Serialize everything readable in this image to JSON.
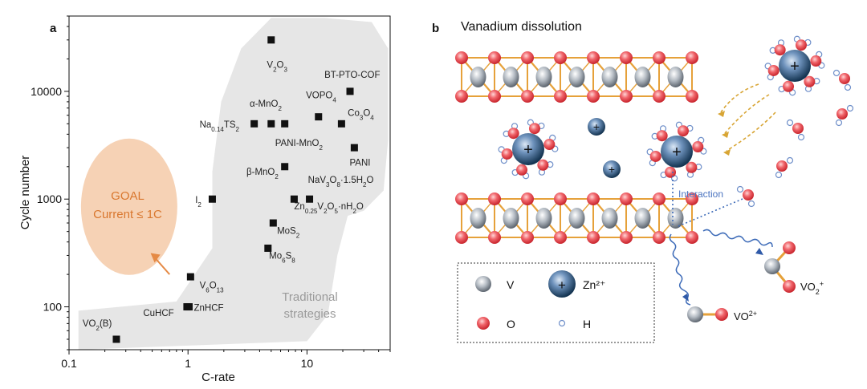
{
  "figure": {
    "panel_a_label": "a",
    "panel_b_label": "b"
  },
  "chart_data": {
    "type": "scatter",
    "xlabel": "C-rate",
    "ylabel": "Cycle number",
    "xscale": "log",
    "yscale": "log",
    "xlim": [
      0.1,
      50
    ],
    "ylim": [
      40,
      50000
    ],
    "x_ticks": [
      0.1,
      1,
      10
    ],
    "x_tick_labels": [
      "0.1",
      "1",
      "10"
    ],
    "y_ticks": [
      100,
      1000,
      10000
    ],
    "y_tick_labels": [
      "100",
      "1000",
      "10000"
    ],
    "grid": false,
    "points": [
      {
        "label": "V2O3",
        "x": 5.0,
        "y": 30000,
        "lx": 4.6,
        "ly": 16500,
        "anchor": "start",
        "html": "V<tspan baseline-shift=\"sub\" font-size=\"8\">2</tspan>O<tspan baseline-shift=\"sub\" font-size=\"8\">3</tspan>"
      },
      {
        "label": "BT-PTO-COF",
        "x": 23,
        "y": 10000,
        "lx": 14,
        "ly": 13400,
        "anchor": "start",
        "html": "BT-PTO-COF"
      },
      {
        "label": "VOPO4",
        "x": 12.5,
        "y": 5800,
        "lx": 9.8,
        "ly": 8600,
        "anchor": "start",
        "html": "VOPO<tspan baseline-shift=\"sub\" font-size=\"8\">4</tspan>"
      },
      {
        "label": "Co3O4",
        "x": 19.5,
        "y": 5000,
        "lx": 22,
        "ly": 5900,
        "anchor": "start",
        "html": "Co<tspan baseline-shift=\"sub\" font-size=\"8\">3</tspan>O<tspan baseline-shift=\"sub\" font-size=\"8\">4</tspan>"
      },
      {
        "label": "α-MnO2",
        "x": 5.0,
        "y": 5000,
        "lx": 3.3,
        "ly": 7200,
        "anchor": "start",
        "html": "α-MnO<tspan baseline-shift=\"sub\" font-size=\"8\">2</tspan>"
      },
      {
        "label": "Na0.14TS2",
        "x": 3.6,
        "y": 5000,
        "lx": 1.25,
        "ly": 4600,
        "anchor": "start",
        "html": "Na<tspan baseline-shift=\"sub\" font-size=\"8\">0.14</tspan>TS<tspan baseline-shift=\"sub\" font-size=\"8\">2</tspan>"
      },
      {
        "label": "PANI-MnO2",
        "x": 6.5,
        "y": 5000,
        "lx": 5.4,
        "ly": 3100,
        "anchor": "start",
        "html": "PANI-MnO<tspan baseline-shift=\"sub\" font-size=\"8\">2</tspan>"
      },
      {
        "label": "PANI",
        "x": 25,
        "y": 3000,
        "lx": 22.8,
        "ly": 2050,
        "anchor": "start",
        "html": "PANI"
      },
      {
        "label": "β-MnO2",
        "x": 6.5,
        "y": 2000,
        "lx": 3.1,
        "ly": 1680,
        "anchor": "start",
        "html": "β-MnO<tspan baseline-shift=\"sub\" font-size=\"8\">2</tspan>"
      },
      {
        "label": "NaV3O8·1.5H2O",
        "x": 10.5,
        "y": 1000,
        "lx": 10.2,
        "ly": 1420,
        "anchor": "start",
        "html": "NaV<tspan baseline-shift=\"sub\" font-size=\"8\">3</tspan>O<tspan baseline-shift=\"sub\" font-size=\"8\">8</tspan>·1.5H<tspan baseline-shift=\"sub\" font-size=\"8\">2</tspan>O"
      },
      {
        "label": "I2",
        "x": 1.6,
        "y": 1000,
        "lx": 1.15,
        "ly": 920,
        "anchor": "start",
        "html": "I<tspan baseline-shift=\"sub\" font-size=\"8\">2</tspan>"
      },
      {
        "label": "Zn0.25V2O5·nH2O",
        "x": 7.8,
        "y": 1000,
        "lx": 7.8,
        "ly": 800,
        "anchor": "start",
        "html": "Zn<tspan baseline-shift=\"sub\" font-size=\"8\">0.25</tspan>V<tspan baseline-shift=\"sub\" font-size=\"8\">2</tspan>O<tspan baseline-shift=\"sub\" font-size=\"8\">5</tspan>·nH<tspan baseline-shift=\"sub\" font-size=\"8\">2</tspan>O"
      },
      {
        "label": "MoS2",
        "x": 5.2,
        "y": 600,
        "lx": 5.6,
        "ly": 475,
        "anchor": "start",
        "html": "MoS<tspan baseline-shift=\"sub\" font-size=\"8\">2</tspan>"
      },
      {
        "label": "Mo6S8",
        "x": 4.7,
        "y": 350,
        "lx": 4.8,
        "ly": 280,
        "anchor": "start",
        "html": "Mo<tspan baseline-shift=\"sub\" font-size=\"8\">6</tspan>S<tspan baseline-shift=\"sub\" font-size=\"8\">8</tspan>"
      },
      {
        "label": "V6O13",
        "x": 1.05,
        "y": 190,
        "lx": 1.25,
        "ly": 148,
        "anchor": "start",
        "html": "V<tspan baseline-shift=\"sub\" font-size=\"8\">6</tspan>O<tspan baseline-shift=\"sub\" font-size=\"8\">13</tspan>"
      },
      {
        "label": "CuHCF",
        "x": 0.98,
        "y": 100,
        "lx": 0.42,
        "ly": 82,
        "anchor": "start",
        "html": "CuHCF"
      },
      {
        "label": "ZnHCF",
        "x": 1.02,
        "y": 100,
        "lx": 1.12,
        "ly": 92,
        "anchor": "start",
        "html": "ZnHCF"
      },
      {
        "label": "VO2(B)",
        "x": 0.25,
        "y": 50,
        "lx": 0.13,
        "ly": 66,
        "anchor": "start",
        "html": "VO<tspan baseline-shift=\"sub\" font-size=\"8\">2</tspan>(B)"
      }
    ],
    "annotations": {
      "goal_line1": "GOAL",
      "goal_line2": "Current ≤ 1C",
      "traditional_line1": "Traditional",
      "traditional_line2": "strategies"
    },
    "colors": {
      "marker": "#111111",
      "region_fill": "#e6e6e6",
      "goal_fill": "#f6d2b5",
      "goal_text": "#d9772e",
      "traditional_text": "#9a9a9a"
    }
  },
  "schematic": {
    "title": "Vanadium dissolution",
    "interaction_label": "Interaction",
    "product_vo2plus": "VO2+",
    "product_vo2plus_superscript": "VO2+ (O superscript)",
    "legend": {
      "v_label": "V",
      "zn_label": "Zn²⁺",
      "o_label": "O",
      "h_label": "H"
    },
    "colors": {
      "oxygen": "#e8414a",
      "vanadium": "#9aa3ad",
      "zinc": "#1c3f66",
      "hydrogen_fill": "#ffffff",
      "hydrogen_stroke": "#6f8fc9",
      "bond": "#e6a13a",
      "interaction": "#3d6bb8",
      "wavy": "#3d6bb8",
      "arrow": "#d8a534"
    }
  }
}
